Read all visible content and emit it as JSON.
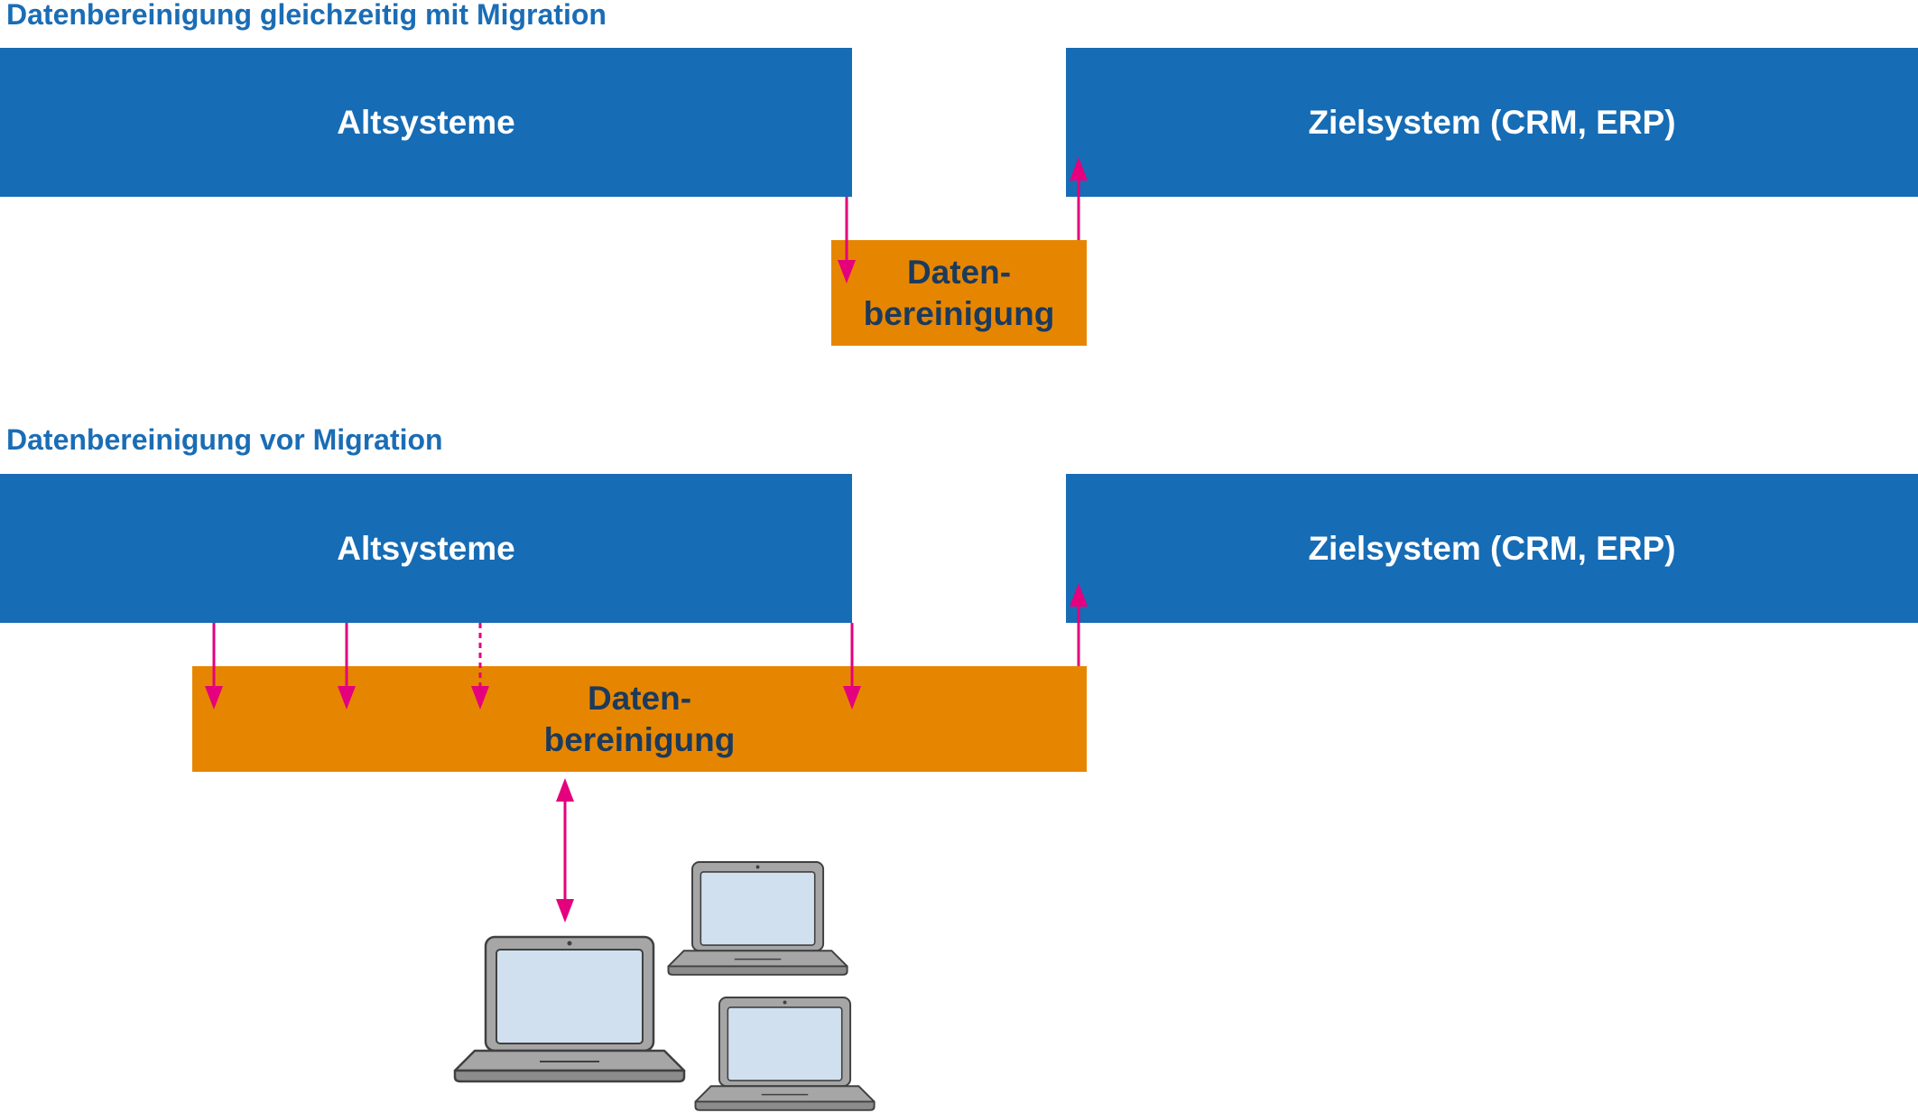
{
  "section_top": {
    "heading": "Datenbereinigung gleichzeitig mit Migration",
    "source": "Altsysteme",
    "target": "Zielsystem (CRM, ERP)",
    "cleansing_line1": "Daten-",
    "cleansing_line2": "bereinigung"
  },
  "section_bottom": {
    "heading": "Datenbereinigung vor Migration",
    "source": "Altsysteme",
    "target": "Zielsystem (CRM, ERP)",
    "cleansing_line1": "Daten-",
    "cleansing_line2": "bereinigung"
  },
  "colors": {
    "heading": "#1a6db5",
    "system_box": "#166cb5",
    "cleansing_box": "#e68600",
    "cleansing_text": "#1c3a5c",
    "arrow": "#e5007d",
    "laptop_body": "#a6a6a6",
    "laptop_screen": "#d0e0ef"
  },
  "icons": [
    "laptop-icon",
    "laptop-icon",
    "laptop-icon"
  ]
}
